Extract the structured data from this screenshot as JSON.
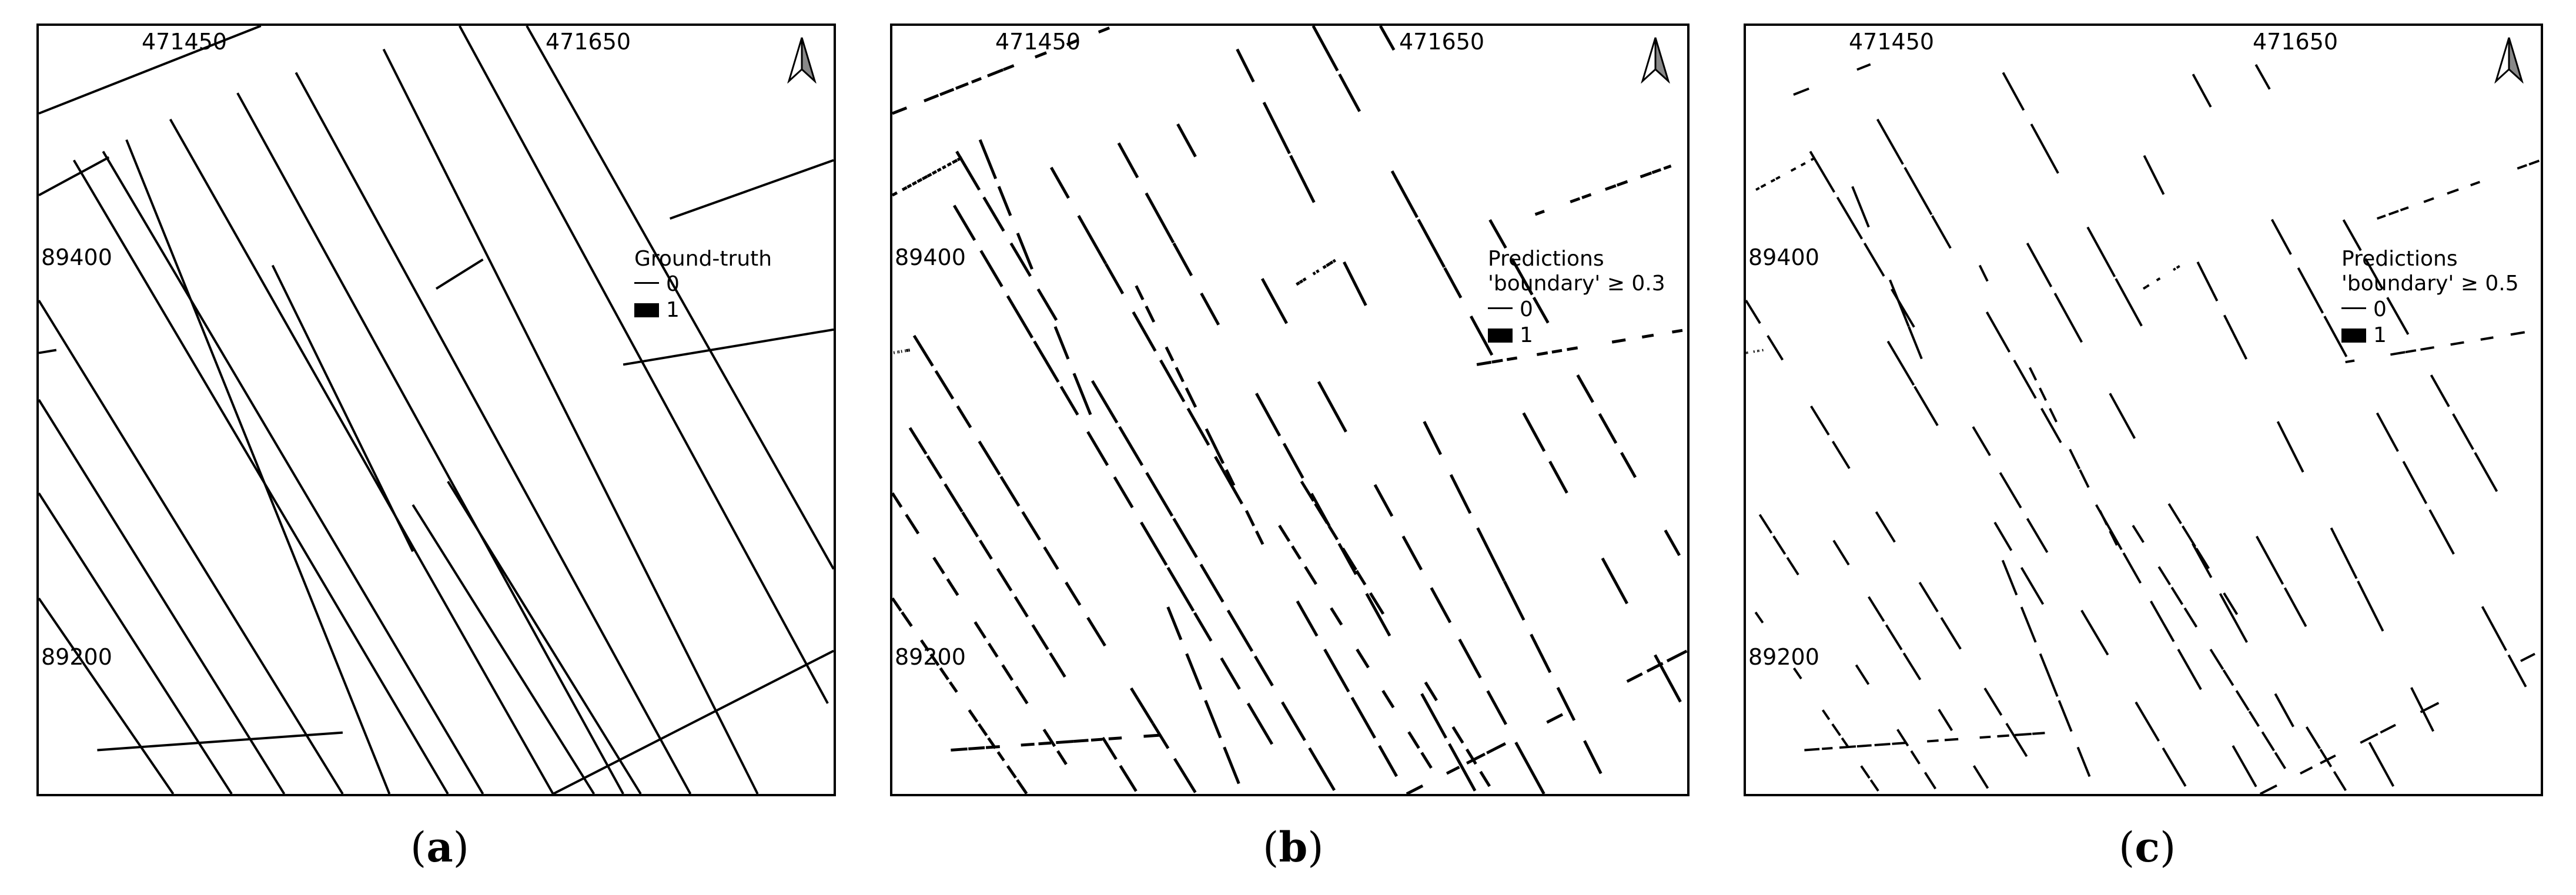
{
  "panels": [
    {
      "id": "a",
      "caption_letter": "a",
      "coords": {
        "x_left": "471450",
        "x_right": "471650",
        "y_top": "89400",
        "y_bottom": "89200"
      },
      "legend": {
        "title_line1": "Ground-truth",
        "title_line2": "",
        "class0": "0",
        "class1": "1"
      },
      "style": "ground-truth"
    },
    {
      "id": "b",
      "caption_letter": "b",
      "coords": {
        "x_left": "471450",
        "x_right": "471650",
        "y_top": "89400",
        "y_bottom": "89200"
      },
      "legend": {
        "title_line1": "Predictions",
        "title_line2": "'boundary' ≥ 0.3",
        "class0": "0",
        "class1": "1"
      },
      "style": "prediction-0.3"
    },
    {
      "id": "c",
      "caption_letter": "c",
      "coords": {
        "x_left": "471450",
        "x_right": "471650",
        "y_top": "89400",
        "y_bottom": "89200"
      },
      "legend": {
        "title_line1": "Predictions",
        "title_line2": "'boundary' ≥ 0.5",
        "class0": "0",
        "class1": "1"
      },
      "style": "prediction-0.5"
    }
  ],
  "icons": {
    "north_arrow": "north-arrow-icon"
  },
  "colors": {
    "boundary": "#000000",
    "background": "#ffffff"
  }
}
